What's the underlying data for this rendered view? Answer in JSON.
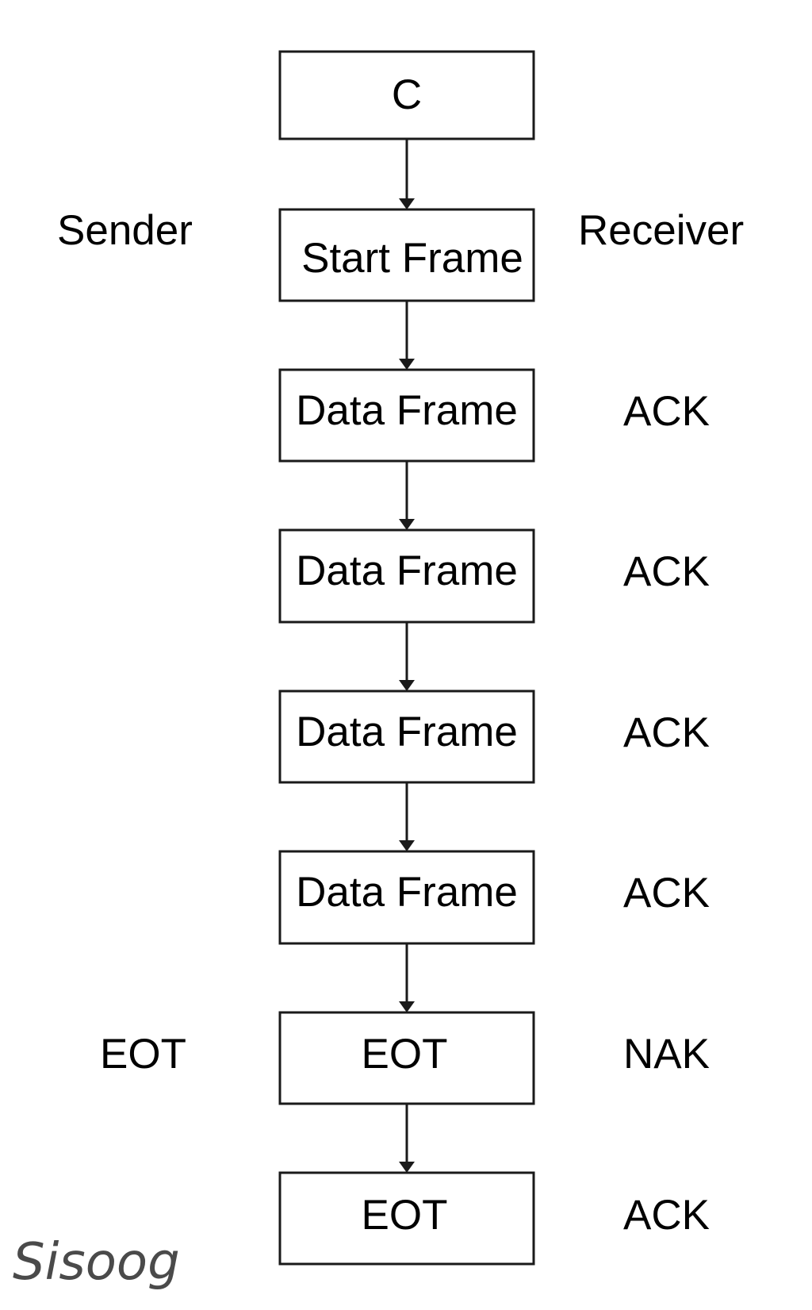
{
  "diagram": {
    "sender_label": "Sender",
    "receiver_label": "Receiver",
    "steps": [
      {
        "frame": "C",
        "sender_note": "",
        "receiver_note": ""
      },
      {
        "frame": "Start Frame",
        "sender_note": "",
        "receiver_note": ""
      },
      {
        "frame": "Data Frame",
        "sender_note": "",
        "receiver_note": "ACK"
      },
      {
        "frame": "Data Frame",
        "sender_note": "",
        "receiver_note": "ACK"
      },
      {
        "frame": "Data Frame",
        "sender_note": "",
        "receiver_note": "ACK"
      },
      {
        "frame": "Data Frame",
        "sender_note": "",
        "receiver_note": "ACK"
      },
      {
        "frame": "EOT",
        "sender_note": "EOT",
        "receiver_note": "NAK"
      },
      {
        "frame": "EOT",
        "sender_note": "",
        "receiver_note": "ACK"
      }
    ]
  },
  "watermark": {
    "text": "Sisoog",
    "color": "#4a4a4a"
  },
  "colors": {
    "line": "#1a1a1a",
    "background": "#ffffff"
  }
}
